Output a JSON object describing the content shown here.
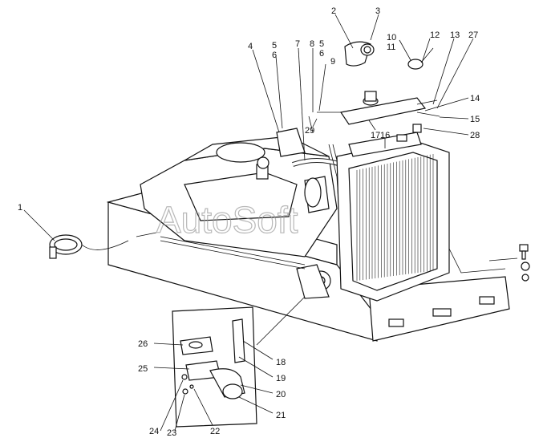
{
  "watermark": "AutoSoft",
  "callouts": [
    {
      "id": "c1",
      "text": "1"
    },
    {
      "id": "c2",
      "text": "2"
    },
    {
      "id": "c3",
      "text": "3"
    },
    {
      "id": "c4",
      "text": "4"
    },
    {
      "id": "c5a",
      "text": "5"
    },
    {
      "id": "c6a",
      "text": "6"
    },
    {
      "id": "c7",
      "text": "7"
    },
    {
      "id": "c8",
      "text": "8"
    },
    {
      "id": "c5b",
      "text": "5"
    },
    {
      "id": "c6b",
      "text": "6"
    },
    {
      "id": "c9",
      "text": "9"
    },
    {
      "id": "c10",
      "text": "10"
    },
    {
      "id": "c11",
      "text": "11"
    },
    {
      "id": "c12",
      "text": "12"
    },
    {
      "id": "c13",
      "text": "13"
    },
    {
      "id": "c27",
      "text": "27"
    },
    {
      "id": "c14",
      "text": "14"
    },
    {
      "id": "c15",
      "text": "15"
    },
    {
      "id": "c28",
      "text": "28"
    },
    {
      "id": "c16",
      "text": "16"
    },
    {
      "id": "c17",
      "text": "17"
    },
    {
      "id": "c29",
      "text": "29"
    },
    {
      "id": "c18",
      "text": "18"
    },
    {
      "id": "c19",
      "text": "19"
    },
    {
      "id": "c20",
      "text": "20"
    },
    {
      "id": "c21",
      "text": "21"
    },
    {
      "id": "c22",
      "text": "22"
    },
    {
      "id": "c23",
      "text": "23"
    },
    {
      "id": "c24",
      "text": "24"
    },
    {
      "id": "c25",
      "text": "25"
    },
    {
      "id": "c26",
      "text": "26"
    }
  ]
}
